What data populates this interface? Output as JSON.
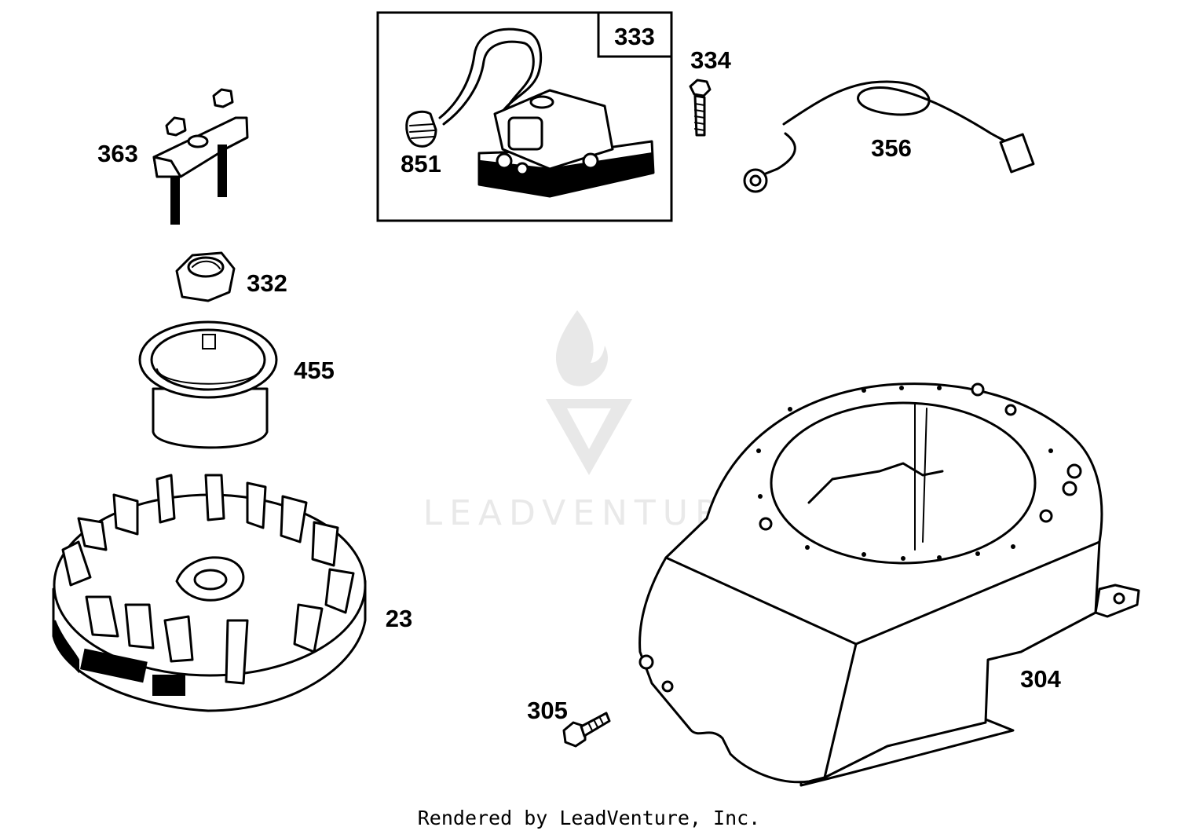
{
  "watermark": {
    "brand": "LEADVENTURE"
  },
  "footer": {
    "credit": "Rendered by LeadVenture, Inc."
  },
  "parts": [
    {
      "ref": "333",
      "boxed": true
    },
    {
      "ref": "334"
    },
    {
      "ref": "356"
    },
    {
      "ref": "363"
    },
    {
      "ref": "851"
    },
    {
      "ref": "332"
    },
    {
      "ref": "455"
    },
    {
      "ref": "23"
    },
    {
      "ref": "304"
    },
    {
      "ref": "305"
    }
  ]
}
